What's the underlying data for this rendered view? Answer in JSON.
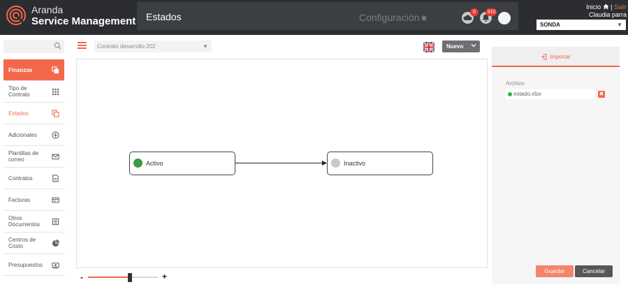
{
  "app": {
    "brand_line1": "Aranda",
    "brand_line2": "Service Management",
    "page_title": "Estados",
    "config_label": "Configuración",
    "cloud_badge": "0",
    "bell_badge": "310",
    "nav_home": "Inicio",
    "nav_separator": " | ",
    "nav_logout": "Salir",
    "user_name": "Claudia parra",
    "company": "SONDA",
    "accent": "#f3684a"
  },
  "sidebar": {
    "items": [
      {
        "label": "Finanzas",
        "icon": "copy-icon"
      },
      {
        "label": "Tipo de Contrato",
        "icon": "grid-icon"
      },
      {
        "label": "Estados",
        "icon": "copy-icon"
      },
      {
        "label": "Adicionales",
        "icon": "plus-circle-icon"
      },
      {
        "label": "Plantillas de correo",
        "icon": "mail-icon"
      },
      {
        "label": "Contratos",
        "icon": "document-icon"
      },
      {
        "label": "Facturas",
        "icon": "card-icon"
      },
      {
        "label": "Otros Documentos",
        "icon": "list-icon"
      },
      {
        "label": "Centros de Costo",
        "icon": "pie-icon"
      },
      {
        "label": "Presupuestos",
        "icon": "money-icon"
      }
    ]
  },
  "toolbar": {
    "contract_selected": "Contrato desarrollo 202",
    "new_label": "Nuevo"
  },
  "diagram": {
    "states": [
      {
        "label": "Activo",
        "status_color": "#3c9a3c"
      },
      {
        "label": "Inactivo",
        "status_color": "#c8c8c8"
      }
    ]
  },
  "zoom": {
    "level": 0.6
  },
  "import_panel": {
    "title": "Importar",
    "file_label": "Archivo",
    "file_name": "estado.xlsx",
    "remove_label": "✖",
    "save_label": "Guardar",
    "cancel_label": "Cancelar"
  }
}
